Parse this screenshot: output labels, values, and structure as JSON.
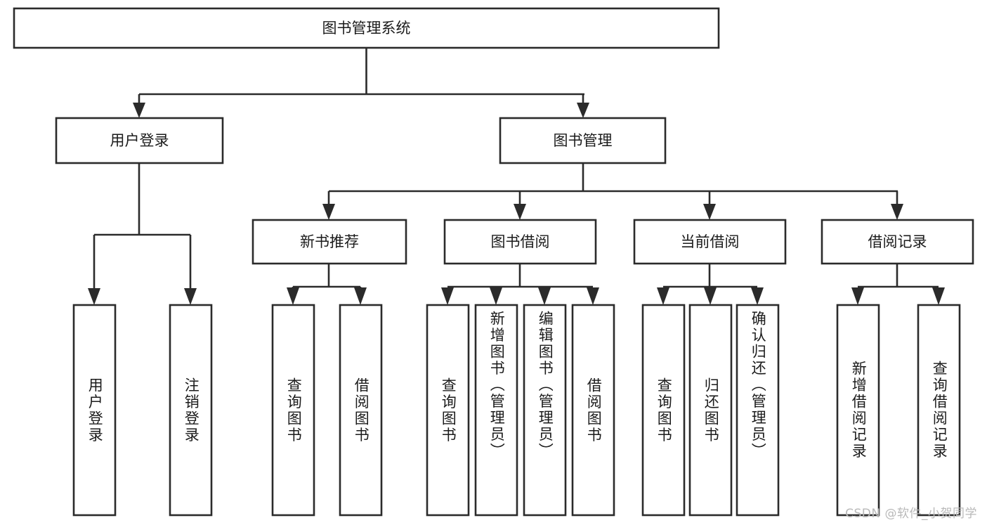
{
  "diagram": {
    "type": "tree-hierarchy",
    "title": "图书管理系统",
    "background_color": "#ffffff",
    "line_color": "#2b2b2b",
    "text_color": "#1b1b1b",
    "watermark": "CSDN @软件_小贺同学",
    "root": {
      "label": "图书管理系统",
      "orientation": "horizontal"
    },
    "level2": [
      {
        "label": "用户登录",
        "orientation": "horizontal"
      },
      {
        "label": "图书管理",
        "orientation": "horizontal"
      }
    ],
    "level3": [
      {
        "label": "新书推荐",
        "orientation": "horizontal",
        "parent": "图书管理"
      },
      {
        "label": "图书借阅",
        "orientation": "horizontal",
        "parent": "图书管理"
      },
      {
        "label": "当前借阅",
        "orientation": "horizontal",
        "parent": "图书管理"
      },
      {
        "label": "借阅记录",
        "orientation": "horizontal",
        "parent": "图书管理"
      }
    ],
    "leaves": [
      {
        "label": "用户登录",
        "orientation": "vertical",
        "parent": "用户登录"
      },
      {
        "label": "注销登录",
        "orientation": "vertical",
        "parent": "用户登录"
      },
      {
        "label": "查询图书",
        "orientation": "vertical",
        "parent": "新书推荐"
      },
      {
        "label": "借阅图书",
        "orientation": "vertical",
        "parent": "新书推荐"
      },
      {
        "label": "查询图书",
        "orientation": "vertical",
        "parent": "图书借阅"
      },
      {
        "label": "新增图书（管理员）",
        "orientation": "vertical",
        "parent": "图书借阅"
      },
      {
        "label": "编辑图书（管理员）",
        "orientation": "vertical",
        "parent": "图书借阅"
      },
      {
        "label": "借阅图书",
        "orientation": "vertical",
        "parent": "图书借阅"
      },
      {
        "label": "查询图书",
        "orientation": "vertical",
        "parent": "当前借阅"
      },
      {
        "label": "归还图书",
        "orientation": "vertical",
        "parent": "当前借阅"
      },
      {
        "label": "确认归还（管理员）",
        "orientation": "vertical",
        "parent": "当前借阅"
      },
      {
        "label": "新增借阅记录",
        "orientation": "vertical",
        "parent": "借阅记录"
      },
      {
        "label": "查询借阅记录",
        "orientation": "vertical",
        "parent": "借阅记录"
      }
    ]
  }
}
